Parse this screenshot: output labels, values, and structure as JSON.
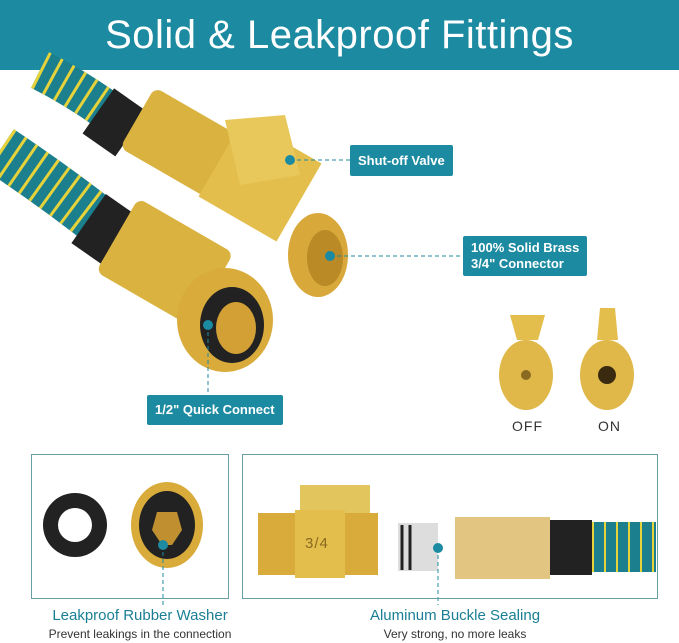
{
  "title": "Solid & Leakproof Fittings",
  "callouts": {
    "shutoff": "Shut-off Valve",
    "brass_line1": "100% Solid Brass",
    "brass_line2": "3/4\" Connector",
    "quick": "1/2\" Quick Connect"
  },
  "valve_states": {
    "off": "OFF",
    "on": "ON"
  },
  "valve_marking": "3/4",
  "panels": [
    {
      "title": "Leakproof Rubber Washer",
      "subtitle": "Prevent leakings in the connection"
    },
    {
      "title": "Aluminum Buckle Sealing",
      "subtitle": "Very strong, no more leaks"
    }
  ],
  "colors": {
    "accent": "#1c8ba1",
    "brass": "#d9b23f",
    "hose": "#1b7f8e"
  }
}
